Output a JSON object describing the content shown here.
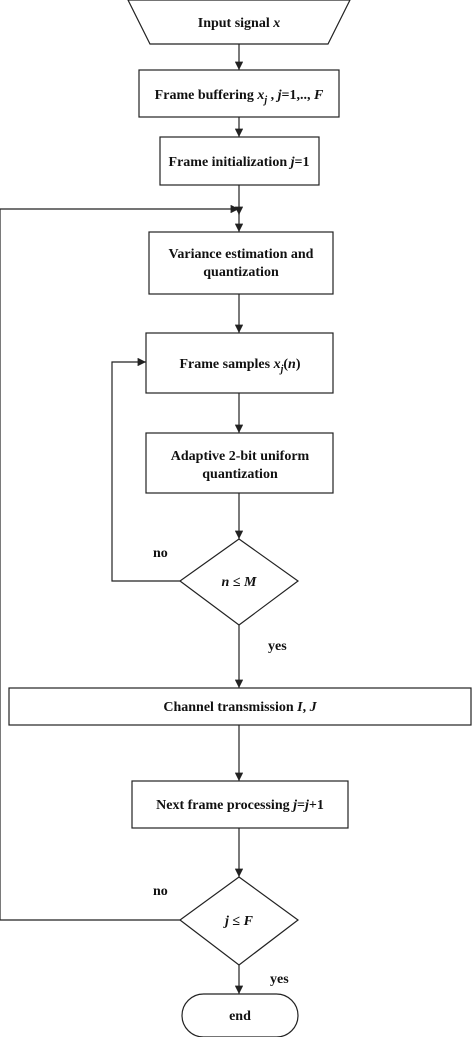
{
  "nodes": {
    "input": {
      "text": "Input signal ",
      "var": "x"
    },
    "buffering": {
      "p1": "Frame buffering ",
      "v1": "x",
      "sub": "j",
      "p2": " , ",
      "v2": "j",
      "p3": "=1,.., ",
      "v3": "F"
    },
    "init": {
      "p1": "Frame initialization ",
      "v1": "j",
      "p2": "=1"
    },
    "variance": {
      "line1": "Variance estimation and",
      "line2": "quantization"
    },
    "samples": {
      "p1": "Frame samples ",
      "v1": "x",
      "sub": "j",
      "p2": "(",
      "v2": "n",
      "p3": ")"
    },
    "adaptive": {
      "line1": "Adaptive 2-bit uniform",
      "line2": "quantization"
    },
    "decision1": {
      "v1": "n",
      "op": " ≤ ",
      "v2": "M"
    },
    "channel": {
      "p1": "Channel transmission ",
      "v1": "I",
      "p2": ", ",
      "v2": "J"
    },
    "next": {
      "p1": "Next frame processing ",
      "v1": "j",
      "p2": "=",
      "v2": "j",
      "p3": "+1"
    },
    "decision2": {
      "v1": "j",
      "op": " ≤ ",
      "v2": "F"
    },
    "end": {
      "text": "end"
    }
  },
  "edge_labels": {
    "no1": "no",
    "yes1": "yes",
    "no2": "no",
    "yes2": "yes"
  }
}
